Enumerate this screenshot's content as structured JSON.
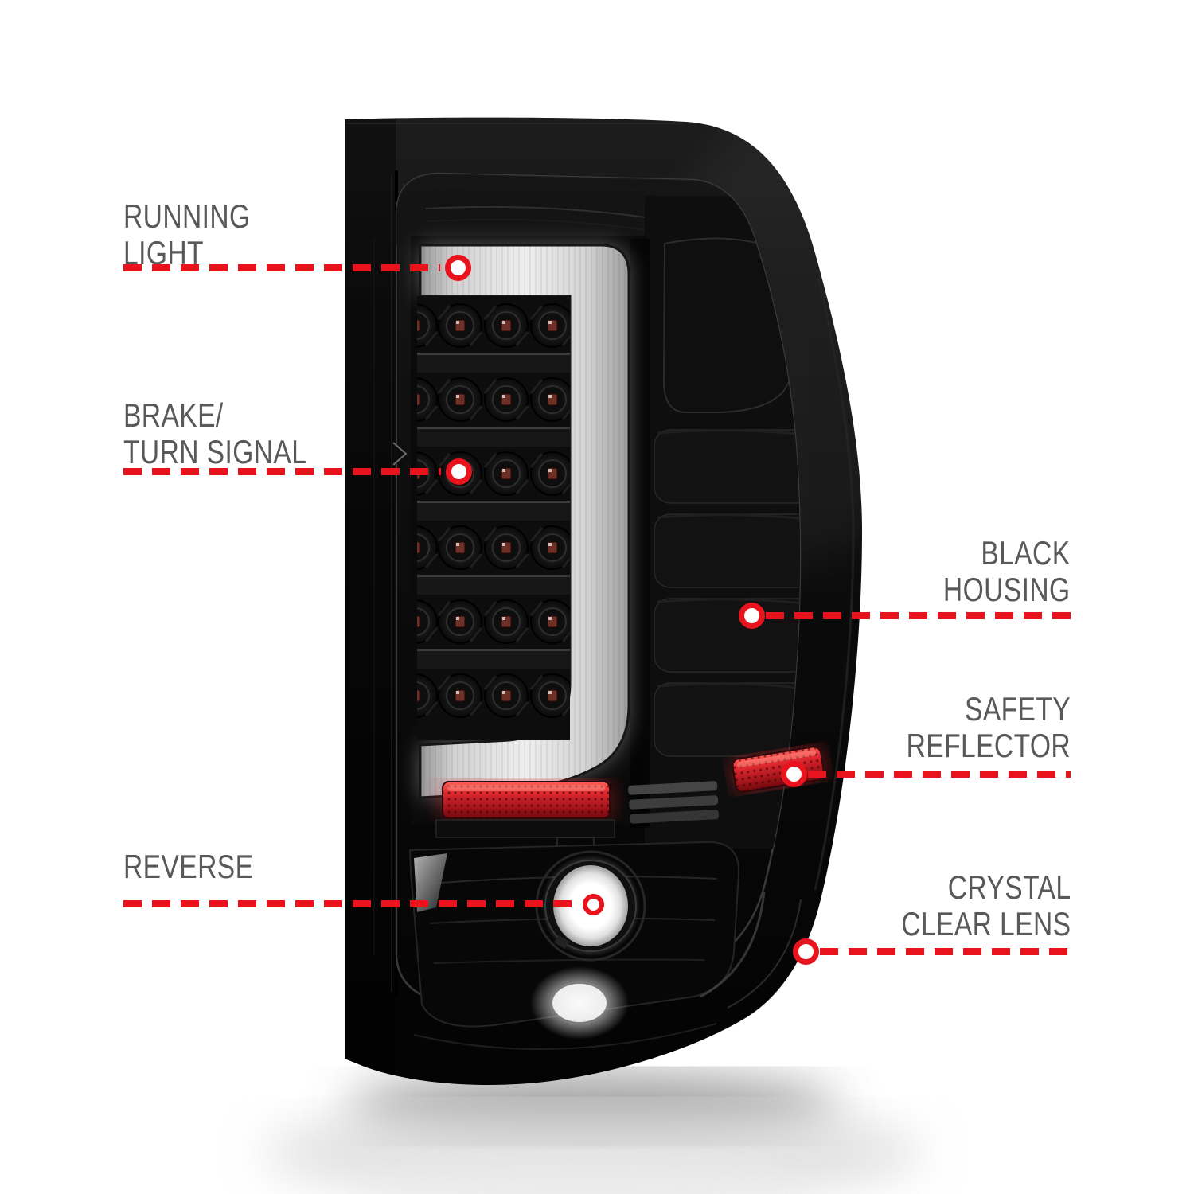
{
  "callouts": {
    "running_light": {
      "line1": "RUNNING",
      "line2": "LIGHT"
    },
    "brake_turn_signal": {
      "line1": "BRAKE/",
      "line2": "TURN SIGNAL"
    },
    "reverse": {
      "line1": "REVERSE"
    },
    "black_housing": {
      "line1": "BLACK",
      "line2": "HOUSING"
    },
    "safety_reflector": {
      "line1": "SAFETY",
      "line2": "REFLECTOR"
    },
    "crystal_clear_lens": {
      "line1": "CRYSTAL",
      "line2": "CLEAR LENS"
    }
  },
  "colors": {
    "callout_red": "#e8131d",
    "label_gray": "#58595b",
    "background": "#ffffff",
    "housing_black": "#0b0b0b",
    "light_bar_white": "#eeeeee",
    "reflector_red": "#d6232b"
  }
}
